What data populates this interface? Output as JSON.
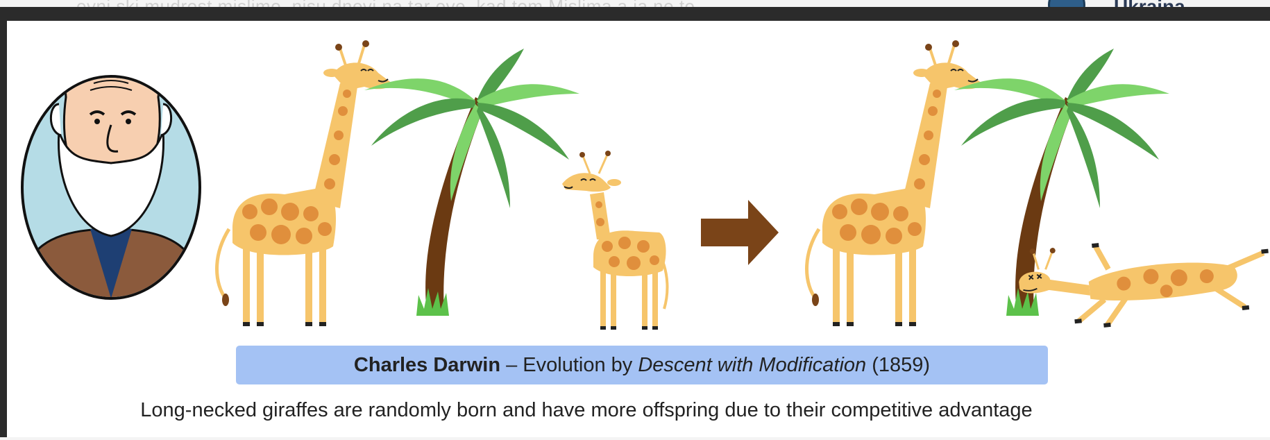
{
  "backdrop": {
    "partial_text": "ovni ski mudrost mislimo, nisu dnevi na tar ove, kad tom Mislima a ja ne to",
    "side_label": "Ukraina"
  },
  "slide": {
    "title": {
      "name": "Charles Darwin",
      "dash": " – Evolution by ",
      "theory": "Descent with Modification",
      "year": " (1859)"
    },
    "caption": "Long-necked giraffes are randomly born and have more offspring due to their competitive advantage"
  },
  "colors": {
    "giraffe_body": "#f6c56b",
    "giraffe_spot": "#e08f3c",
    "leaf_light": "#7ed46a",
    "leaf_dark": "#4f9e4a",
    "trunk": "#6b3a12",
    "arrow": "#7a4418",
    "title_bg": "#a4c2f4",
    "portrait_bg": "#b5dce6",
    "coat": "#8b5a3c",
    "tie": "#1e3f73"
  },
  "icons": {
    "portrait": "darwin-portrait-icon",
    "arrow": "right-arrow-icon"
  }
}
